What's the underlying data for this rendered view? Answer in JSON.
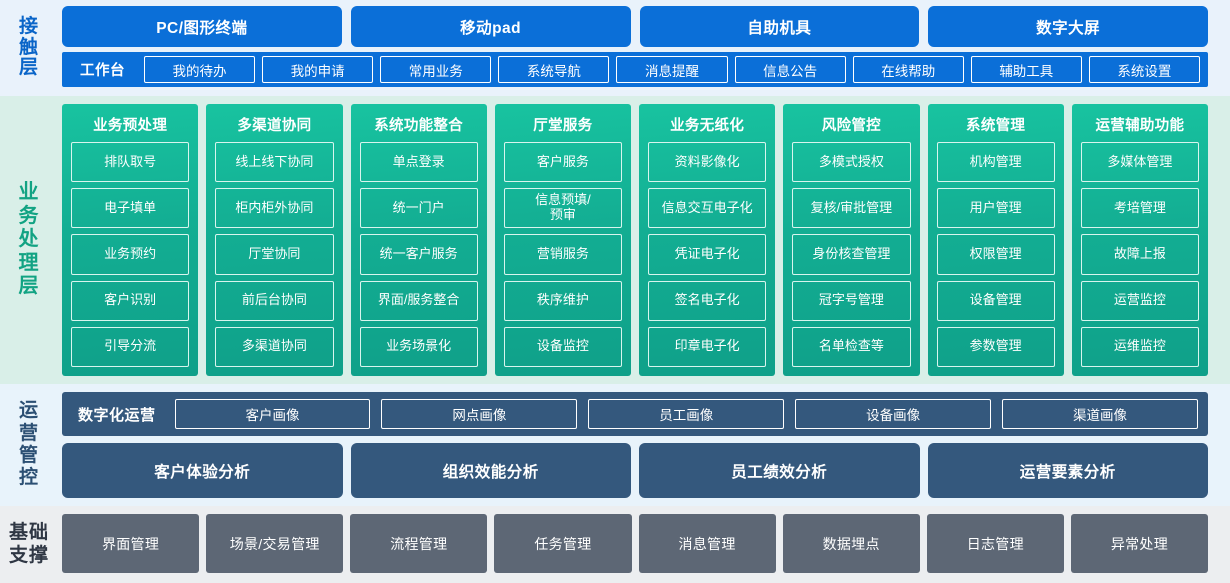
{
  "layers": {
    "contact": {
      "label": "接触层",
      "channels": [
        "PC/图形终端",
        "移动pad",
        "自助机具",
        "数字大屏"
      ],
      "workbench_label": "工作台",
      "pills": [
        "我的待办",
        "我的申请",
        "常用业务",
        "系统导航",
        "消息提醒",
        "信息公告",
        "在线帮助",
        "辅助工具",
        "系统设置"
      ]
    },
    "business": {
      "label": "业务处理层",
      "columns": [
        {
          "title": "业务预处理",
          "items": [
            "排队取号",
            "电子填单",
            "业务预约",
            "客户识别",
            "引导分流"
          ]
        },
        {
          "title": "多渠道协同",
          "items": [
            "线上线下协同",
            "柜内柜外协同",
            "厅堂协同",
            "前后台协同",
            "多渠道协同"
          ]
        },
        {
          "title": "系统功能整合",
          "items": [
            "单点登录",
            "统一门户",
            "统一客户服务",
            "界面/服务整合",
            "业务场景化"
          ]
        },
        {
          "title": "厅堂服务",
          "items": [
            "客户服务",
            "信息预填/\n预审",
            "营销服务",
            "秩序维护",
            "设备监控"
          ]
        },
        {
          "title": "业务无纸化",
          "items": [
            "资料影像化",
            "信息交互电子化",
            "凭证电子化",
            "签名电子化",
            "印章电子化"
          ]
        },
        {
          "title": "风险管控",
          "items": [
            "多模式授权",
            "复核/审批管理",
            "身份核查管理",
            "冠字号管理",
            "名单检查等"
          ]
        },
        {
          "title": "系统管理",
          "items": [
            "机构管理",
            "用户管理",
            "权限管理",
            "设备管理",
            "参数管理"
          ]
        },
        {
          "title": "运营辅助功能",
          "items": [
            "多媒体管理",
            "考培管理",
            "故障上报",
            "运营监控",
            "运维监控"
          ]
        }
      ]
    },
    "operations": {
      "label": "运营管控",
      "digital_label": "数字化运营",
      "profiles": [
        "客户画像",
        "网点画像",
        "员工画像",
        "设备画像",
        "渠道画像"
      ],
      "analyses": [
        "客户体验分析",
        "组织效能分析",
        "员工绩效分析",
        "运营要素分析"
      ]
    },
    "base": {
      "label": "基础支撑",
      "items": [
        "界面管理",
        "场景/交易管理",
        "流程管理",
        "任务管理",
        "消息管理",
        "数据埋点",
        "日志管理",
        "异常处理"
      ]
    }
  },
  "colors": {
    "contact_accent": "#0b6fd8",
    "business_accent": "#13ae93",
    "operations_accent": "#34587d",
    "base_accent": "#5d6775"
  }
}
